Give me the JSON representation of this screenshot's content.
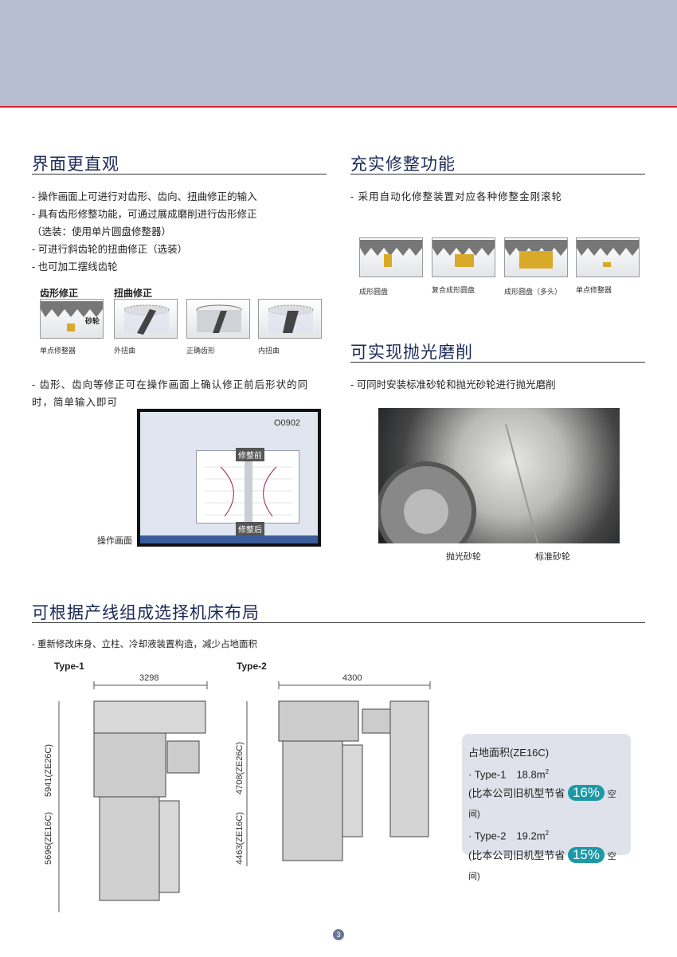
{
  "left": {
    "heading": "界面更直观",
    "bullets": [
      "- 操作画面上可进行对齿形、齿向、扭曲修正的输入",
      "- 具有齿形修整功能，可通过展成磨削进行齿形修正",
      "（选装：使用单片圆盘修整器）",
      "- 可进行斜齿轮的扭曲修正（选装）",
      "- 也可加工摆线齿轮"
    ],
    "sub1": "齿形修正",
    "sub2": "扭曲修正",
    "wheel_label": "砂轮",
    "captions": [
      "单点修整器",
      "外扭曲",
      "正确齿形",
      "内扭曲"
    ],
    "bullet2": "- 齿形、齿向等修正可在操作画面上确认修正前后形状的同时，简单输入即可",
    "screen": {
      "code": "O0902",
      "before": "修整前",
      "after": "修整后",
      "caption": "操作画面"
    }
  },
  "right": {
    "heading": "充实修整功能",
    "bullet": "- 采用自动化修整装置对应各种修整金刚滚轮",
    "captions": [
      "成形圆盘",
      "复合成形圆盘",
      "成形圆盘（多头）",
      "单点修整器"
    ],
    "heading2": "可实现抛光磨削",
    "bullet2": "- 可同时安装标准砂轮和抛光砂轮进行抛光磨削",
    "photo_labels": [
      "抛光砂轮",
      "标准砂轮"
    ]
  },
  "layout": {
    "heading": "可根据产线组成选择机床布局",
    "bullet": "- 重新修改床身、立柱、冷却液装置构造，减少占地面积",
    "type1": {
      "label": "Type-1",
      "width": "3298",
      "h1": "5941(ZE26C)",
      "h2": "5696(ZE16C)"
    },
    "type2": {
      "label": "Type-2",
      "width": "4300",
      "h1": "4708(ZE26C)",
      "h2": "4463(ZE16C)"
    },
    "info": {
      "title": "占地面积(ZE16C)",
      "t1": "· Type-1　18.8m",
      "t2": "· Type-2　19.2m",
      "sq": "2",
      "pre": "(比本公司旧机型节省",
      "p1": "16%",
      "p2": "15%",
      "post": "空间)"
    }
  },
  "page": "3",
  "colors": {
    "accent": "#1c98a6",
    "heading": "#1b2a57",
    "band": "#b6bcd2",
    "rule_red": "#d0242b"
  }
}
